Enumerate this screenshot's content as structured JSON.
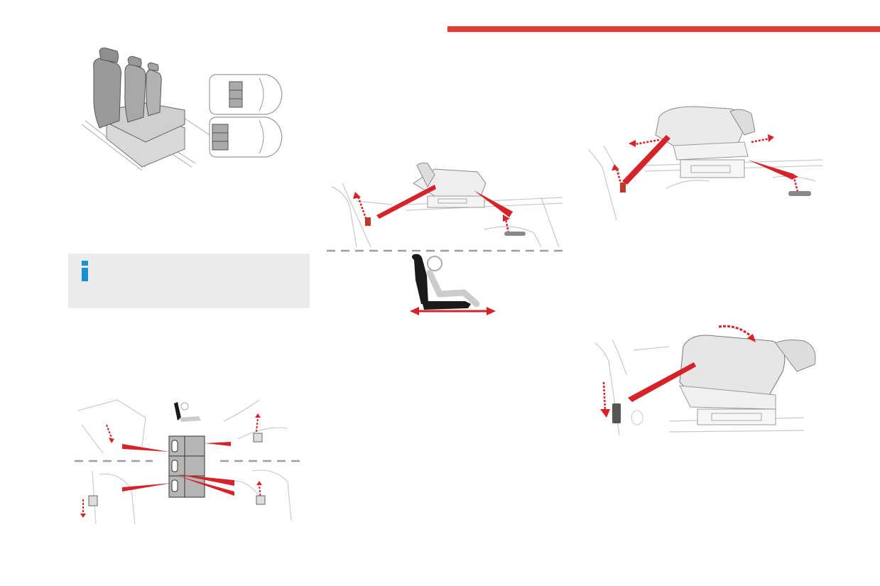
{
  "page": {
    "accent_color": "#e03c31",
    "info_color": "#1b8fd1",
    "info_box_bg": "#ececec"
  },
  "icons": {
    "info": "info-icon"
  },
  "illustrations": [
    "seat-bench-with-vehicle-layout",
    "seat-rail-adjustment",
    "seat-position-pictogram",
    "seat-tilted-on-rails",
    "seat-folding-forward",
    "seat-locking-points-overview"
  ]
}
